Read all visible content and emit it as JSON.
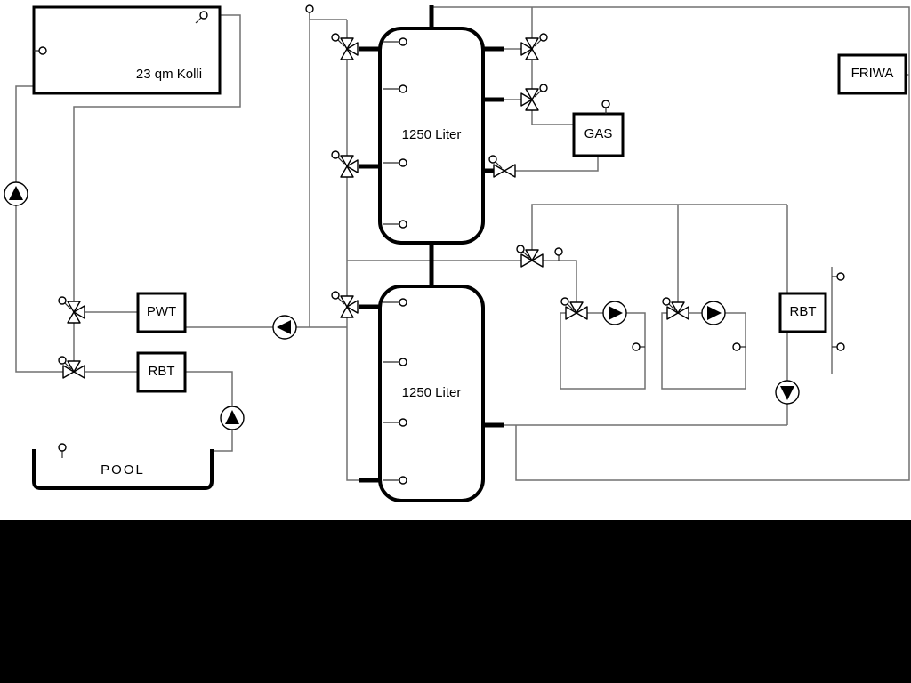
{
  "diagram": {
    "collector": {
      "label": "23 qm Kolli"
    },
    "tank_upper": {
      "label": "1250 Liter"
    },
    "tank_lower": {
      "label": "1250 Liter"
    },
    "gas_boiler": {
      "label": "GAS"
    },
    "friwa": {
      "label": "FRIWA"
    },
    "pwt": {
      "label": "PWT"
    },
    "rbt_left": {
      "label": "RBT"
    },
    "rbt_right": {
      "label": "RBT"
    },
    "pool": {
      "label": "POOL"
    },
    "components": {
      "pumps": 6,
      "valves": 11,
      "sensors": 29
    },
    "colors": {
      "pipe": "#707070",
      "outline": "#000000",
      "canvas": "#ffffff",
      "letterbox": "#000000"
    }
  }
}
